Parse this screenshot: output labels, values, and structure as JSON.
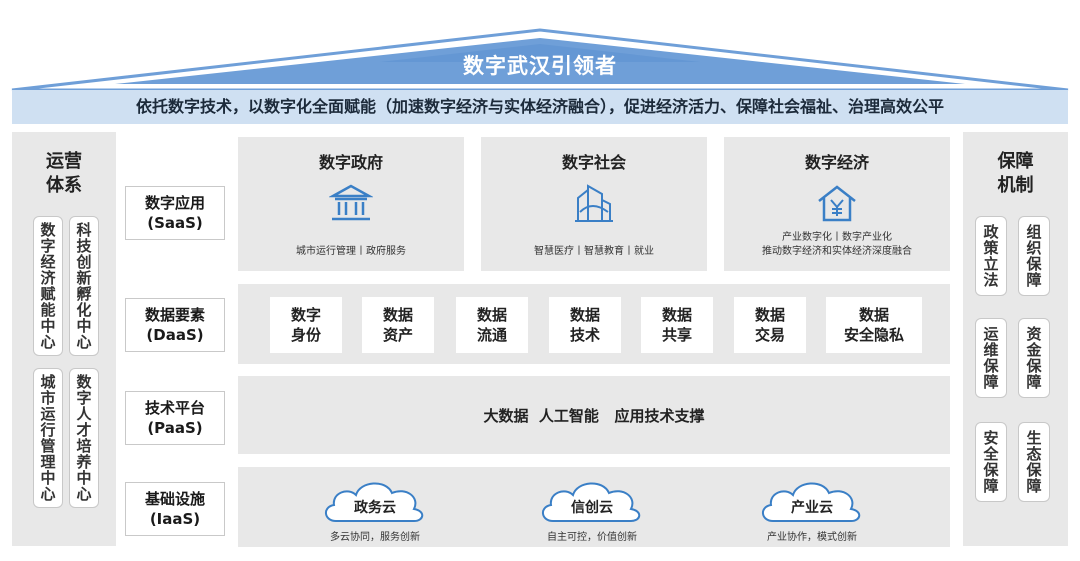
{
  "header": {
    "title": "数字武汉引领者",
    "subtitle": "依托数字技术，以数字化全面赋能（加速数字经济与实体经济融合），促进经济活力、保障社会福祉、治理高效公平"
  },
  "left": {
    "title_l1": "运营",
    "title_l2": "体系",
    "items": [
      "数字经济赋能中心",
      "科技创新孵化中心",
      "城市运行管理中心",
      "数字人才培养中心"
    ]
  },
  "right": {
    "title_l1": "保障",
    "title_l2": "机制",
    "items": [
      "政策立法",
      "组织保障",
      "运维保障",
      "资金保障",
      "安全保障",
      "生态保障"
    ]
  },
  "layers": [
    {
      "name": "数字应用",
      "sub": "(SaaS)"
    },
    {
      "name": "数据要素",
      "sub": "(DaaS)"
    },
    {
      "name": "技术平台",
      "sub": "(PaaS)"
    },
    {
      "name": "基础设施",
      "sub": "(IaaS)"
    }
  ],
  "apps": [
    {
      "title": "数字政府",
      "icon": "government-building-icon",
      "desc": "城市运行管理丨政府服务",
      "desc2": ""
    },
    {
      "title": "数字社会",
      "icon": "city-society-icon",
      "desc": "智慧医疗丨智慧教育丨就业",
      "desc2": ""
    },
    {
      "title": "数字经济",
      "icon": "yuan-house-icon",
      "desc": "产业数字化丨数字产业化",
      "desc2": "推动数字经济和实体经济深度融合"
    }
  ],
  "data_items": [
    {
      "l1": "数字",
      "l2": "身份"
    },
    {
      "l1": "数据",
      "l2": "资产"
    },
    {
      "l1": "数据",
      "l2": "流通"
    },
    {
      "l1": "数据",
      "l2": "技术"
    },
    {
      "l1": "数据",
      "l2": "共享"
    },
    {
      "l1": "数据",
      "l2": "交易"
    },
    {
      "l1": "数据",
      "l2": "安全隐私"
    }
  ],
  "platform": {
    "text": "大数据  人工智能   应用技术支撑"
  },
  "clouds": [
    {
      "label": "政务云",
      "desc": "多云协同，服务创新"
    },
    {
      "label": "信创云",
      "desc": "自主可控，价值创新"
    },
    {
      "label": "产业云",
      "desc": "产业协作，模式创新"
    }
  ],
  "colors": {
    "roof": "#6f9fd8",
    "subtitle_bg": "#cfe0f2",
    "panel": "#e8e8e8",
    "icon": "#3a7fc6"
  }
}
